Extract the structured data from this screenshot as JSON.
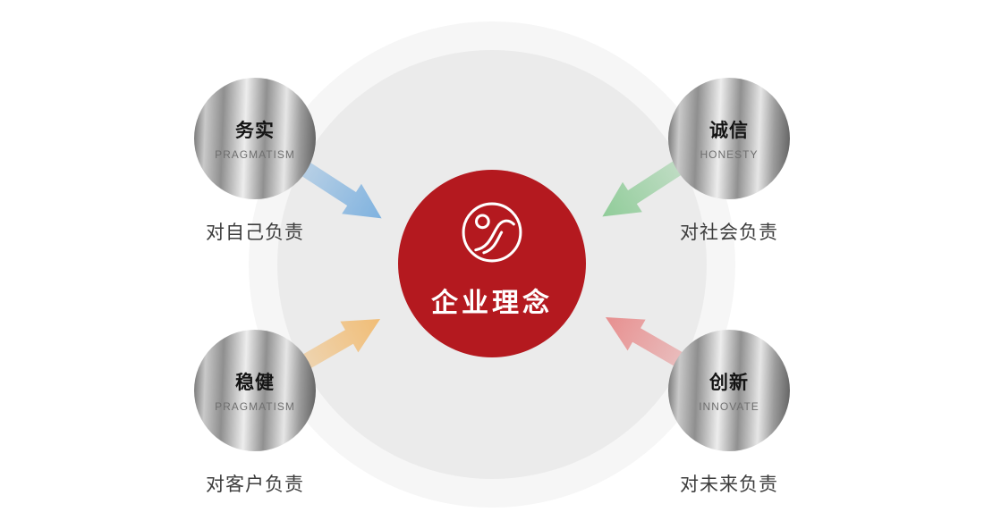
{
  "center": {
    "label": "企业理念",
    "color": "#b4191f",
    "logo": "swoosh-s-logo"
  },
  "nodes": [
    {
      "zh": "务实",
      "en": "PRAGMATISM",
      "caption": "对自己负责",
      "position": "top-left",
      "arrow_color": "#7fb2df"
    },
    {
      "zh": "诚信",
      "en": "HONESTY",
      "caption": "对社会负责",
      "position": "top-right",
      "arrow_color": "#90cc99"
    },
    {
      "zh": "稳健",
      "en": "PRAGMATISM",
      "caption": "对客户负责",
      "position": "bottom-left",
      "arrow_color": "#f1bd76"
    },
    {
      "zh": "创新",
      "en": "INNOVATE",
      "caption": "对未来负责",
      "position": "bottom-right",
      "arrow_color": "#e78f8f"
    }
  ],
  "colors": {
    "background_outer_circle": "#f6f6f6",
    "background_inner_circle": "#ebebeb",
    "center_circle": "#b4191f",
    "caption_text": "#3d3d3d"
  }
}
